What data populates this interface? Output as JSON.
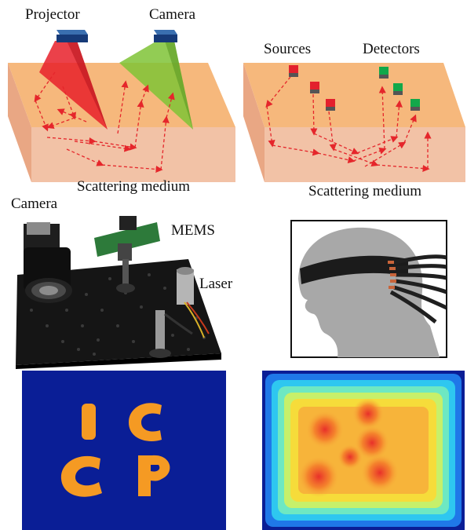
{
  "top_left": {
    "projector_label": "Projector",
    "camera_label": "Camera",
    "medium_label": "Scattering medium"
  },
  "top_right": {
    "sources_label": "Sources",
    "detectors_label": "Detectors",
    "medium_label": "Scattering medium"
  },
  "middle_left": {
    "camera_label": "Camera",
    "mems_label": "MEMS",
    "laser_label": "Laser"
  },
  "colors": {
    "medium_top": "#f6b87c",
    "medium_side": "#f2bfa1",
    "projector_beam": "#e8202a",
    "camera_beam": "#7fc336",
    "scatter_arrow": "#e5262b",
    "source_red": "#e3202d",
    "detector_green": "#12a84a",
    "heatmap_background": "#0a1e96",
    "letters_orange": "#f59a23"
  },
  "bottom_left": {
    "letters": [
      "I",
      "C",
      "C",
      "P"
    ]
  }
}
